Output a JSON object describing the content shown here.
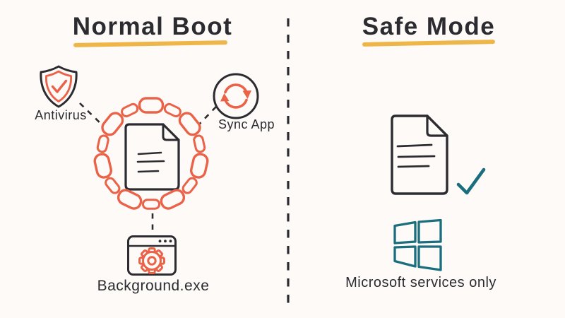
{
  "colors": {
    "background": "#fdfaf8",
    "ink": "#2b2b30",
    "orange": "#ea6247",
    "yellow": "#eeb648",
    "teal": "#1a6e7d"
  },
  "left_panel": {
    "title": "Normal Boot",
    "antivirus_label": "Antivirus",
    "sync_label": "Sync App",
    "process_label": "Background.exe"
  },
  "right_panel": {
    "title": "Safe Mode",
    "services_label": "Microsoft services only"
  }
}
